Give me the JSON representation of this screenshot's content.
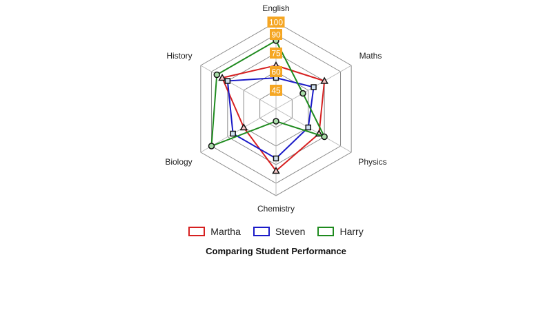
{
  "chart_data": {
    "type": "radar",
    "title": "Comparing Student Performance",
    "axes": [
      "English",
      "Maths",
      "Physics",
      "Chemistry",
      "Biology",
      "History"
    ],
    "ticks": [
      45,
      60,
      75,
      90,
      100
    ],
    "range": [
      30,
      100
    ],
    "series": [
      {
        "name": "Martha",
        "color": "#d62020",
        "marker": "triangle",
        "fill": "#f4c6c6",
        "values": [
          65,
          75,
          70,
          80,
          60,
          80
        ]
      },
      {
        "name": "Steven",
        "color": "#1a1ac8",
        "marker": "square",
        "fill": "#cfe0f0",
        "values": [
          55,
          65,
          60,
          70,
          70,
          75
        ]
      },
      {
        "name": "Harry",
        "color": "#1e8a1e",
        "marker": "circle",
        "fill": "#a8dca8",
        "values": [
          85,
          55,
          75,
          40,
          90,
          85
        ]
      }
    ],
    "legend_position": "bottom",
    "tick_label_bg": "#f5a623"
  }
}
